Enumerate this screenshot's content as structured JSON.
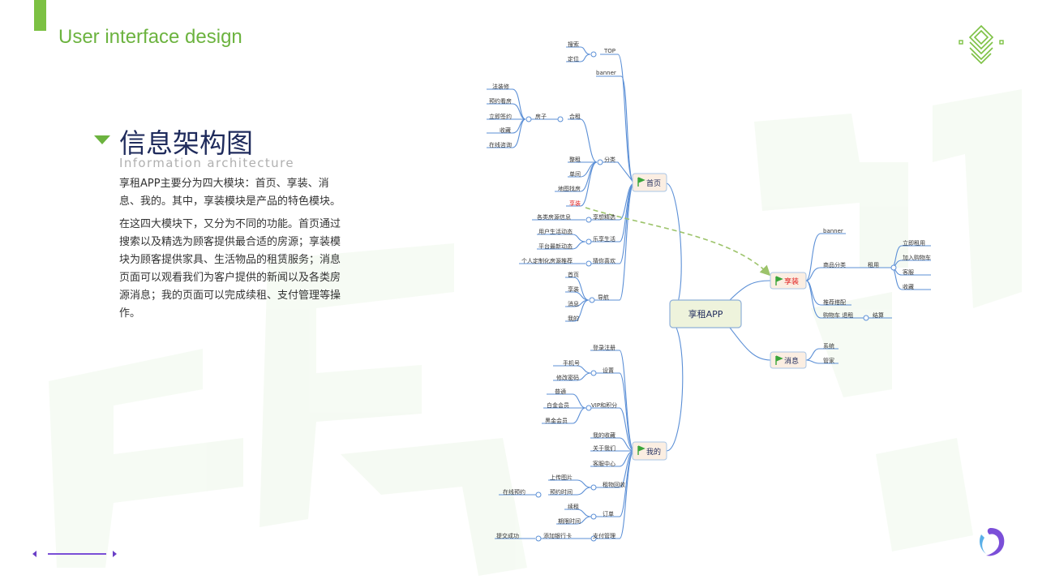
{
  "header": {
    "title": "User interface design"
  },
  "section": {
    "title": "信息架构图",
    "subtitle": "Information architecture",
    "paragraph1": "享租APP主要分为四大模块：首页、享装、消息、我的。其中，享装模块是产品的特色模块。",
    "paragraph2": "在这四大模块下，又分为不同的功能。首页通过搜索以及精选为顾客提供最合适的房源；享装模块为顾客提供家具、生活物品的租赁服务；消息页面可以观看我们为客户提供的新闻以及各类房源消息；我的页面可以完成续租、支付管理等操作。"
  },
  "colors": {
    "accent_green": "#6cb33f",
    "title_navy": "#1f2b5c",
    "branch_blue": "#5b8fd6",
    "highlight_red": "#e02020",
    "pager_purple": "#6a3fc7"
  },
  "icons": {
    "section_arrow": "triangle-down-icon",
    "logo": "diamond-lattice-icon",
    "corner_logo": "swirl-logo-icon",
    "topic_flag": "green-flag-icon"
  },
  "mindmap": {
    "root": "享租APP",
    "modules": {
      "home": "首页",
      "xiangzhuang": "享装",
      "messages": "消息",
      "mine": "我的"
    },
    "home": {
      "top": "TOP",
      "search": "搜索",
      "location": "定位",
      "banner": "banner",
      "category": "分类",
      "house": "房子",
      "cotenancy": "合租",
      "find_decor": "法装修",
      "book_viewing": "预约看房",
      "sign_now": "立即签约",
      "favorites": "收藏",
      "online_consult": "在线咨询",
      "whole_rent": "整租",
      "single_room": "单间",
      "map_search": "地图找房",
      "xiangzhuang": "享装",
      "select": "享想精选",
      "listings_info": "各类房源信息",
      "life": "乐享生活",
      "user_life": "用户生活动态",
      "platform_news": "平台最新动态",
      "guess": "猜你喜欢",
      "personal_rec": "个人定制化房源推荐",
      "nav": "导航",
      "nav_home": "首页",
      "nav_xz": "享装",
      "nav_msg": "消息",
      "nav_mine": "我的"
    },
    "xiangzhuang": {
      "banner": "banner",
      "goods_category": "商品分类",
      "rent": "租用",
      "rent_now": "立即租用",
      "add_cart": "加入购物车",
      "service": "客服",
      "favorite": "收藏",
      "recommend": "推荐搭配",
      "cart_rent": "购物车 退租",
      "settle": "结算"
    },
    "messages": {
      "system": "系统",
      "manager": "管家"
    },
    "mine": {
      "login": "登录注册",
      "settings": "设置",
      "phone": "手机号",
      "change_pwd": "修改密码",
      "vip": "VIP和积分",
      "normal": "普通",
      "silver": "白金会员",
      "gold": "黑金会员",
      "my_fav": "我的收藏",
      "about": "关于我们",
      "help": "客服中心",
      "recycle": "租物回收",
      "upload": "上传图片",
      "book_time": "预约时间",
      "online_book": "在线预约",
      "order": "订单",
      "renew": "续租",
      "expire": "期限时间",
      "payment": "支付管理",
      "bank_card": "添加银行卡",
      "submit_ok": "提交成功"
    }
  }
}
